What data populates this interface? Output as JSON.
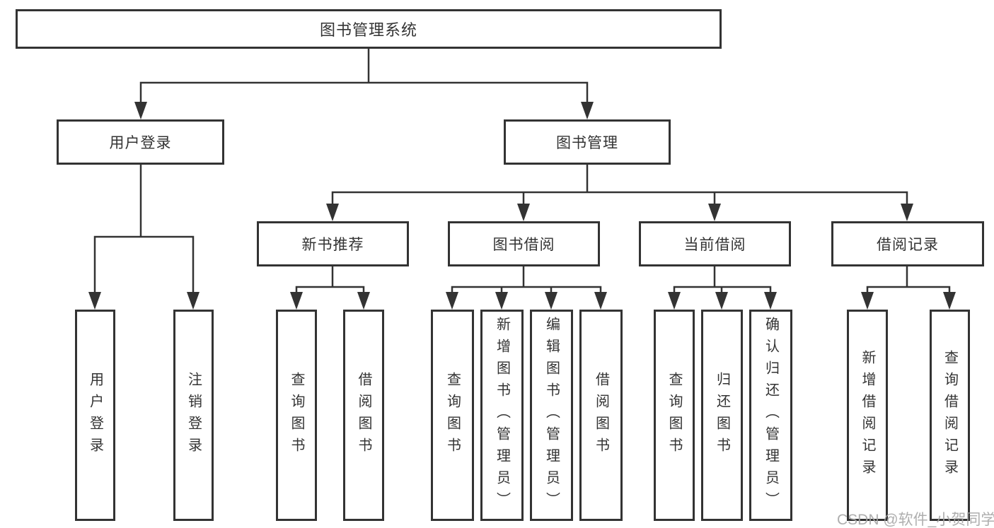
{
  "diagram": {
    "tree": {
      "root": {
        "label": "图书管理系统"
      },
      "children": [
        {
          "label": "用户登录",
          "children": [
            {
              "label": "用户登录"
            },
            {
              "label": "注销登录"
            }
          ]
        },
        {
          "label": "图书管理",
          "children": [
            {
              "label": "新书推荐",
              "children": [
                {
                  "label": "查询图书"
                },
                {
                  "label": "借阅图书"
                }
              ]
            },
            {
              "label": "图书借阅",
              "children": [
                {
                  "label": "查询图书"
                },
                {
                  "label": "新增图书（管理员）"
                },
                {
                  "label": "编辑图书（管理员）"
                },
                {
                  "label": "借阅图书"
                }
              ]
            },
            {
              "label": "当前借阅",
              "children": [
                {
                  "label": "查询图书"
                },
                {
                  "label": "归还图书"
                },
                {
                  "label": "确认归还（管理员）"
                }
              ]
            },
            {
              "label": "借阅记录",
              "children": [
                {
                  "label": "新增借阅记录"
                },
                {
                  "label": "查询借阅记录"
                }
              ]
            }
          ]
        }
      ]
    },
    "colors": {
      "line": "#333333",
      "box_border": "#333333",
      "box_background": "#ffffff",
      "text": "#333333",
      "watermark": "#a5a5a5"
    }
  },
  "watermark": {
    "text": "CSDN @软件_小贺同学"
  }
}
